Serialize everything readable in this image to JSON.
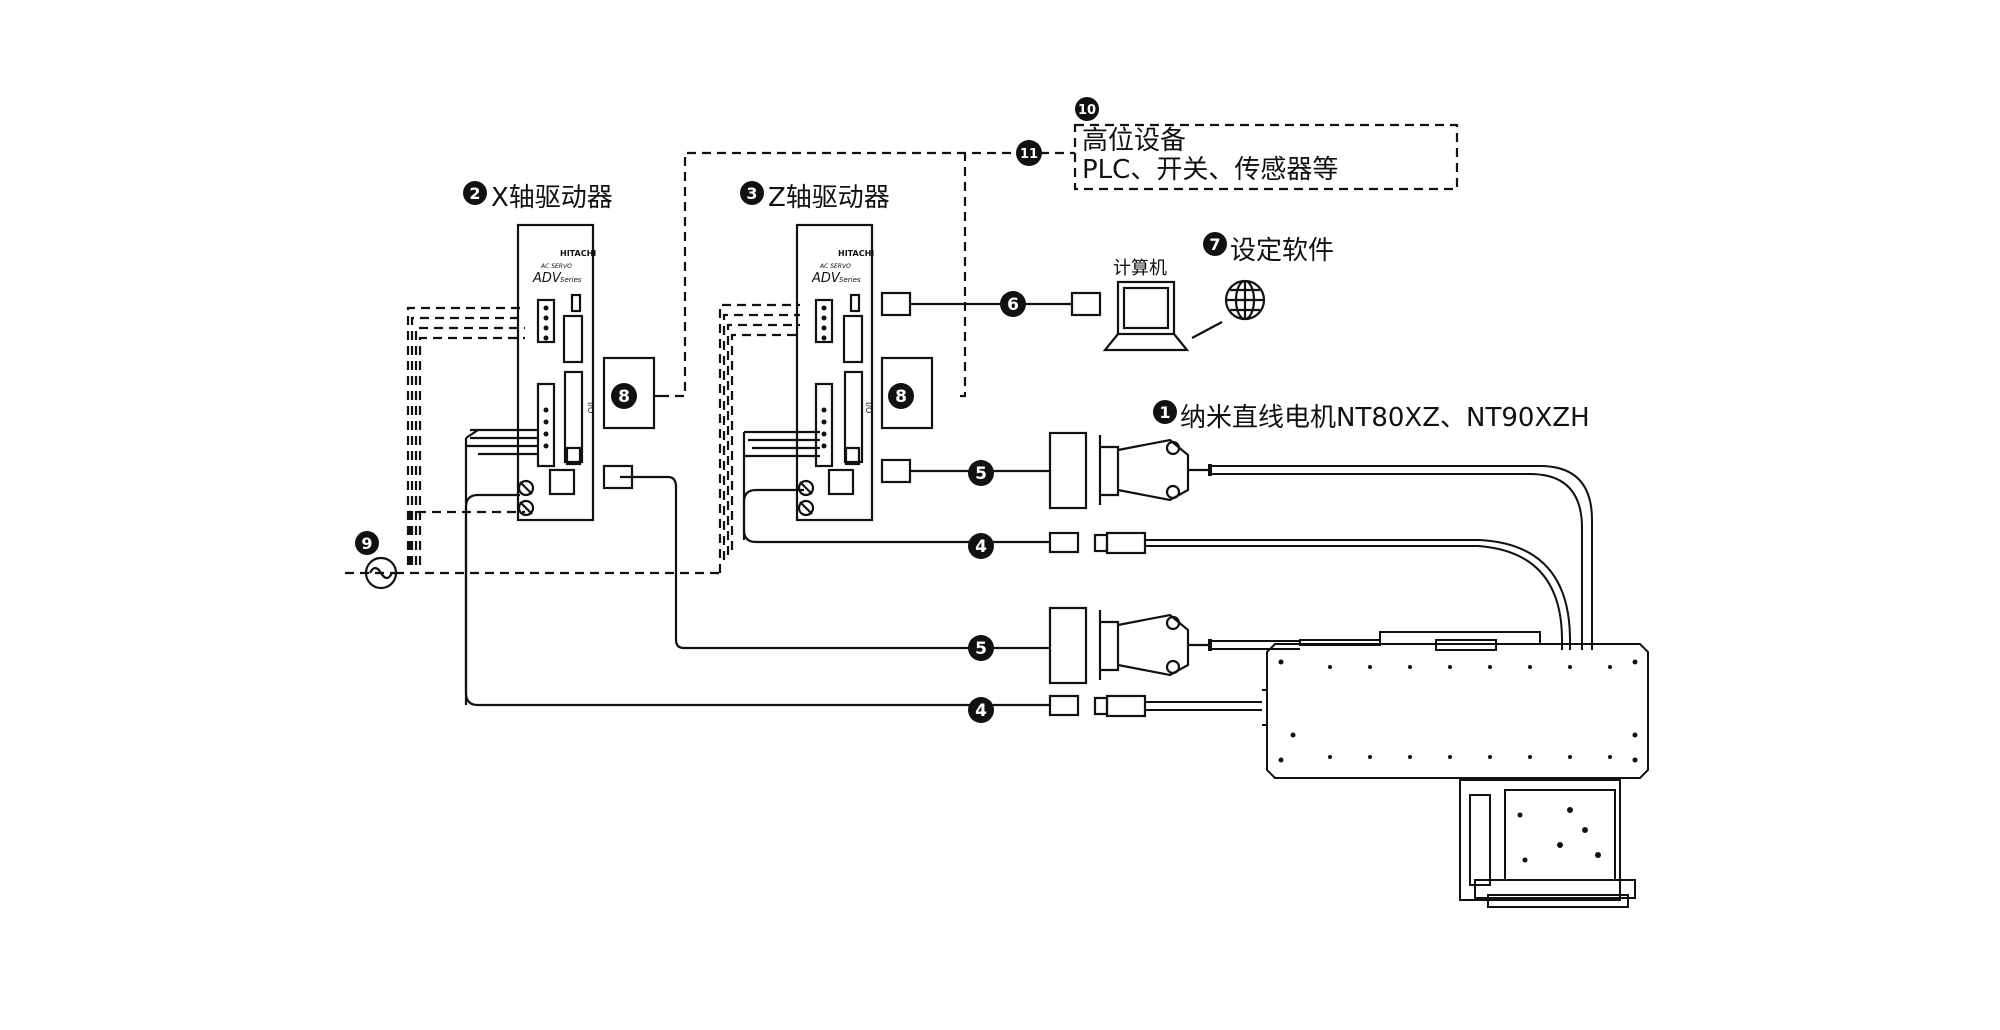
{
  "labels": {
    "x_driver": "X轴驱动器",
    "z_driver": "Z轴驱动器",
    "computer": "计算机",
    "software": "设定软件",
    "motor": "纳米直线电机NT80XZ、NT90XZH",
    "host_line1": "高位设备",
    "host_line2": "PLC、开关、传感器等"
  },
  "markers": {
    "m1": "1",
    "m2": "2",
    "m3": "3",
    "m4a": "4",
    "m4b": "4",
    "m5a": "5",
    "m5b": "5",
    "m6": "6",
    "m7": "7",
    "m8a": "8",
    "m8b": "8",
    "m9": "9",
    "m10": "10",
    "m11": "11"
  },
  "driver": {
    "brand": "HITACHI",
    "sub": "AC SERVO",
    "model": "ADV",
    "series": "Series",
    "io_label": "I/O"
  },
  "colors": {
    "line": "#111111",
    "marker_bg": "#111111",
    "marker_fg": "#ffffff"
  }
}
